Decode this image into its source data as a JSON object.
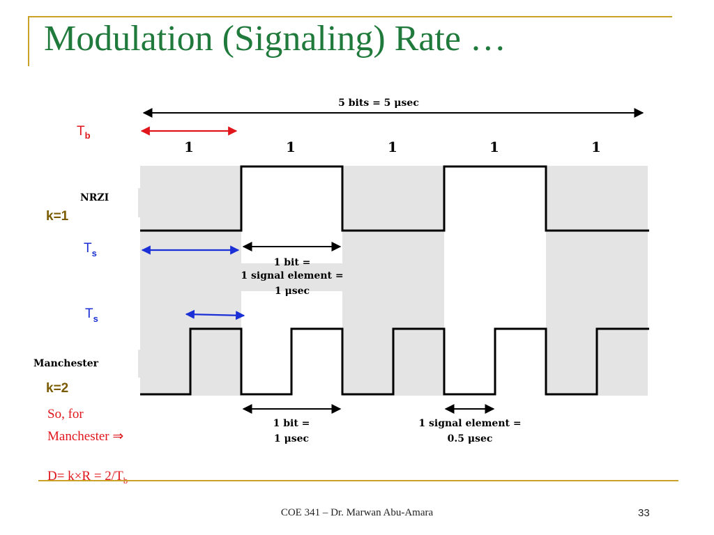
{
  "slide": {
    "title": "Modulation (Signaling) Rate …",
    "footer": "COE 341 – Dr. Marwan Abu-Amara",
    "page_number": "33",
    "accent_color": "#c9a227",
    "title_color": "#1f7a3c"
  },
  "diagram": {
    "span_label": "5 bits = 5 μsec",
    "bits": [
      "1",
      "1",
      "1",
      "1",
      "1"
    ],
    "tb_label": "T",
    "tb_sub": "b",
    "ts_label": "T",
    "ts_sub": "s",
    "nrzi_label": "NRZI",
    "manchester_label": "Manchester",
    "k1_label": "k=1",
    "k2_label": "k=2",
    "nrzi_note_line1": "1 bit =",
    "nrzi_note_line2": "1 signal element =",
    "nrzi_note_line3": "1 μsec",
    "manch_bit_line1": "1 bit =",
    "manch_bit_line2": "1 μsec",
    "manch_sig_line1": "1 signal element =",
    "manch_sig_line2": "0.5 μsec",
    "so_for": "So, for",
    "manchester_arrow": "Manchester ⇒",
    "formula_main": "D= k×R = 2/T",
    "formula_sub": "b",
    "colors": {
      "red": "#e0161c",
      "blue": "#1a2fd6",
      "olive": "#7a5b00",
      "shade": "#e4e4e4"
    }
  }
}
